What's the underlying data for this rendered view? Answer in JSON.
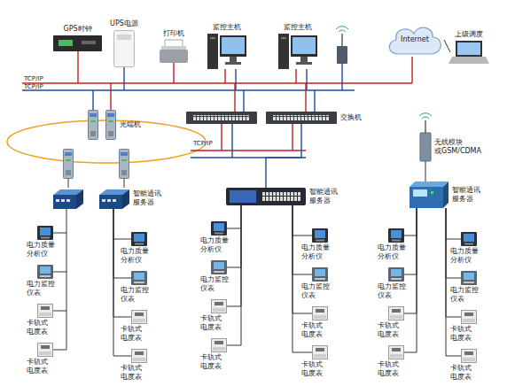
{
  "diagram": {
    "nodes": [
      {
        "text": [
          "GPS时钟"
        ]
      },
      {
        "text": [
          "UPS电源"
        ]
      },
      {
        "text": [
          "打印机"
        ]
      },
      {
        "text": [
          "监控主机"
        ]
      },
      {
        "text": [
          "监控主机"
        ]
      },
      {
        "text": [
          "Internet"
        ]
      },
      {
        "text": [
          "上级调度"
        ]
      },
      {
        "text": [
          "光端机"
        ]
      },
      {
        "text": [
          "交换机"
        ]
      },
      {
        "text": [
          "无线模块 或GSM/CDMA"
        ]
      },
      {
        "text": [
          "智能通讯 服务器"
        ]
      },
      {
        "text": [
          "智能通讯 服务器"
        ]
      },
      {
        "text": [
          "智能通讯 服务器"
        ]
      },
      {
        "text": [
          "电力质量 分析仪"
        ]
      },
      {
        "text": [
          "电力监控 仪表"
        ]
      },
      {
        "text": [
          "卡轨式 电度表"
        ]
      },
      {
        "text": [
          "卡轨式 电度表"
        ]
      },
      {
        "text": [
          "电力质量 分析仪"
        ]
      },
      {
        "text": [
          "电力监控 仪表"
        ]
      },
      {
        "text": [
          "卡轨式 电度表"
        ]
      },
      {
        "text": [
          "卡轨式 电度表"
        ]
      },
      {
        "text": [
          "电力质量 分析仪"
        ]
      },
      {
        "text": [
          "电力监控 仪表"
        ]
      },
      {
        "text": [
          "卡轨式 电度表"
        ]
      },
      {
        "text": [
          "卡轨式 电度表"
        ]
      },
      {
        "text": [
          "电力质量 分析仪"
        ]
      },
      {
        "text": [
          "电力监控 仪表"
        ]
      },
      {
        "text": [
          "卡轨式 电度表"
        ]
      },
      {
        "text": [
          "卡轨式 电度表"
        ]
      },
      {
        "text": [
          "电力质量 分析仪"
        ]
      },
      {
        "text": [
          "电力监控 仪表"
        ]
      },
      {
        "text": [
          "卡轨式 电度表"
        ]
      },
      {
        "text": [
          "卡轨式 电度表"
        ]
      },
      {
        "text": [
          "电力质量 分析仪"
        ]
      },
      {
        "text": [
          "电力监控 仪表"
        ]
      },
      {
        "text": [
          "卡轨式 电度表"
        ]
      },
      {
        "text": [
          "卡轨式 电度表"
        ]
      }
    ],
    "edges": [
      {
        "from": 5,
        "to": 6,
        "arrow": "none"
      },
      {
        "from": 8,
        "to": 11,
        "arrow": "none"
      },
      {
        "from": 9,
        "to": 12,
        "arrow": "none"
      },
      {
        "from": 10,
        "to": 17,
        "arrow": "none"
      },
      {
        "from": 10,
        "to": 18,
        "arrow": "none"
      },
      {
        "from": 10,
        "to": 19,
        "arrow": "none"
      },
      {
        "from": 10,
        "to": 20,
        "arrow": "none"
      },
      {
        "from": 11,
        "to": 21,
        "arrow": "none"
      },
      {
        "from": 11,
        "to": 22,
        "arrow": "none"
      },
      {
        "from": 11,
        "to": 23,
        "arrow": "none"
      },
      {
        "from": 11,
        "to": 24,
        "arrow": "none"
      },
      {
        "from": 11,
        "to": 25,
        "arrow": "none"
      },
      {
        "from": 11,
        "to": 26,
        "arrow": "none"
      },
      {
        "from": 11,
        "to": 27,
        "arrow": "none"
      },
      {
        "from": 11,
        "to": 28,
        "arrow": "none"
      },
      {
        "from": 12,
        "to": 29,
        "arrow": "none"
      },
      {
        "from": 12,
        "to": 30,
        "arrow": "none"
      },
      {
        "from": 12,
        "to": 31,
        "arrow": "none"
      },
      {
        "from": 12,
        "to": 32,
        "arrow": "none"
      },
      {
        "from": 12,
        "to": 33,
        "arrow": "none"
      },
      {
        "from": 12,
        "to": 34,
        "arrow": "none"
      },
      {
        "from": 12,
        "to": 35,
        "arrow": "none"
      },
      {
        "from": 12,
        "to": 36,
        "arrow": "none"
      }
    ],
    "labels": [
      "TCP/IP",
      "TCP/IP",
      "TCP/IP"
    ]
  }
}
